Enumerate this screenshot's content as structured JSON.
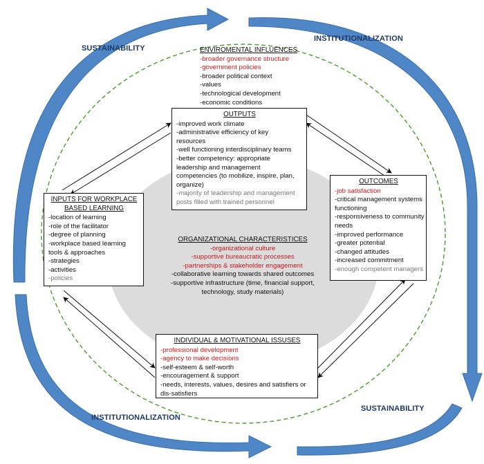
{
  "labels": {
    "sustainability_top": "SUSTAINABILITY",
    "institutionalization_top": "INSTITUTIONALIZATION",
    "institutionalization_bottom": "INSTITUTIONALIZATION",
    "sustainability_bottom": "SUSTAINABILITY"
  },
  "environmental": {
    "title": "ENVIROMENTAL INFLUENCES",
    "items": [
      {
        "text": "-broader governance structure",
        "style": "red"
      },
      {
        "text": "-government policies",
        "style": "red"
      },
      {
        "text": "-broader political context",
        "style": "normal"
      },
      {
        "text": "-values",
        "style": "normal"
      },
      {
        "text": "-technological development",
        "style": "normal"
      },
      {
        "text": "-economic conditions",
        "style": "normal"
      }
    ]
  },
  "outputs": {
    "title": "OUTPUTS",
    "items": [
      {
        "text": "-improved work climate",
        "style": "normal"
      },
      {
        "text": "-administrative efficiency of key",
        "style": "normal"
      },
      {
        "text": "resources",
        "style": "normal"
      },
      {
        "text": "-well functioning interdisciplinary teams",
        "style": "normal"
      },
      {
        "text": "-better competency: appropriate",
        "style": "normal"
      },
      {
        "text": "leadership and management",
        "style": "normal"
      },
      {
        "text": "competencies (to mobilize, inspire, plan,",
        "style": "normal"
      },
      {
        "text": "organize)",
        "style": "normal"
      },
      {
        "text": "-majority of leadership and management",
        "style": "gray"
      },
      {
        "text": "posts filled with trained personnel",
        "style": "gray"
      }
    ]
  },
  "inputs": {
    "title_lines": [
      "INPUTS FOR WORKPLACE",
      "BASED LEARNING"
    ],
    "items": [
      {
        "text": "-location of learning",
        "style": "normal"
      },
      {
        "text": "-role of the facilitator",
        "style": "normal"
      },
      {
        "text": "-degree of planning",
        "style": "normal"
      },
      {
        "text": "-workplace based learning",
        "style": "normal"
      },
      {
        "text": "tools & approaches",
        "style": "normal"
      },
      {
        "text": "-strategies",
        "style": "normal"
      },
      {
        "text": "-activities",
        "style": "normal"
      },
      {
        "text": "-policies",
        "style": "gray"
      }
    ]
  },
  "outcomes": {
    "title": "OUTCOMES",
    "items": [
      {
        "text": "-job satisfaction",
        "style": "red"
      },
      {
        "text": "-critical management systems",
        "style": "normal"
      },
      {
        "text": "functioning",
        "style": "normal"
      },
      {
        "text": "-responsiveness to community",
        "style": "normal"
      },
      {
        "text": "needs",
        "style": "normal"
      },
      {
        "text": "-improved performance",
        "style": "normal"
      },
      {
        "text": "-greater potential",
        "style": "normal"
      },
      {
        "text": "-changed attitudes",
        "style": "normal"
      },
      {
        "text": "-increased commitment",
        "style": "normal"
      },
      {
        "text": "-enough competent managers",
        "style": "gray"
      }
    ]
  },
  "organizational": {
    "title": "ORGANIZATIONAL CHARACTERISTICES",
    "items": [
      {
        "text": "-organizational culture",
        "style": "red"
      },
      {
        "text": "-supportive bureaucratic processes",
        "style": "red"
      },
      {
        "text": "-partnerships & stakeholder engagement",
        "style": "red"
      },
      {
        "text": "-collaborative learning towards shared outcomes",
        "style": "normal"
      },
      {
        "text": "-supportive infrastructure (time,  financial support,",
        "style": "normal"
      },
      {
        "text": "technology, study materials)",
        "style": "normal"
      }
    ]
  },
  "individual": {
    "title": "INDIVIDUAL & MOTIVATIONAL ISSUSES",
    "items": [
      {
        "text": "-professional development",
        "style": "red"
      },
      {
        "text": "-agency to make decisions",
        "style": "red"
      },
      {
        "text": "-self-esteem & self-worth",
        "style": "normal"
      },
      {
        "text": "-encouragement & support",
        "style": "normal"
      },
      {
        "text": "-needs, interests, values, desires and satisfiers or",
        "style": "normal"
      },
      {
        "text": "dis-satisfiers",
        "style": "normal"
      }
    ]
  },
  "colors": {
    "cycle_arrow": "#4f86c6",
    "cycle_arrow_edge": "#3a6fb0",
    "label_text": "#1f3864",
    "dashed_circle": "#4a9a2e",
    "center_ellipse": "#dcdcdc",
    "red_text": "#d0191c",
    "gray_text": "#7a7a7a"
  }
}
